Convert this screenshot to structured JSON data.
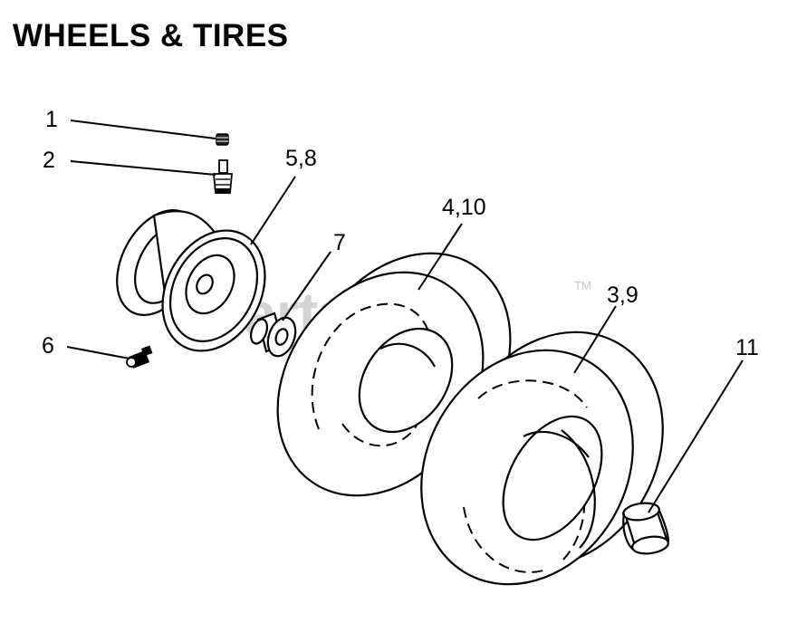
{
  "title": "WHEELS & TIRES",
  "watermark": {
    "text": "PartsTree",
    "trademark": "TM"
  },
  "callouts": [
    {
      "id": "c1",
      "label": "1"
    },
    {
      "id": "c2",
      "label": "2"
    },
    {
      "id": "c58",
      "label": "5,8"
    },
    {
      "id": "c7",
      "label": "7"
    },
    {
      "id": "c410",
      "label": "4,10"
    },
    {
      "id": "c39",
      "label": "3,9"
    },
    {
      "id": "c6",
      "label": "6"
    },
    {
      "id": "c11",
      "label": "11"
    }
  ]
}
